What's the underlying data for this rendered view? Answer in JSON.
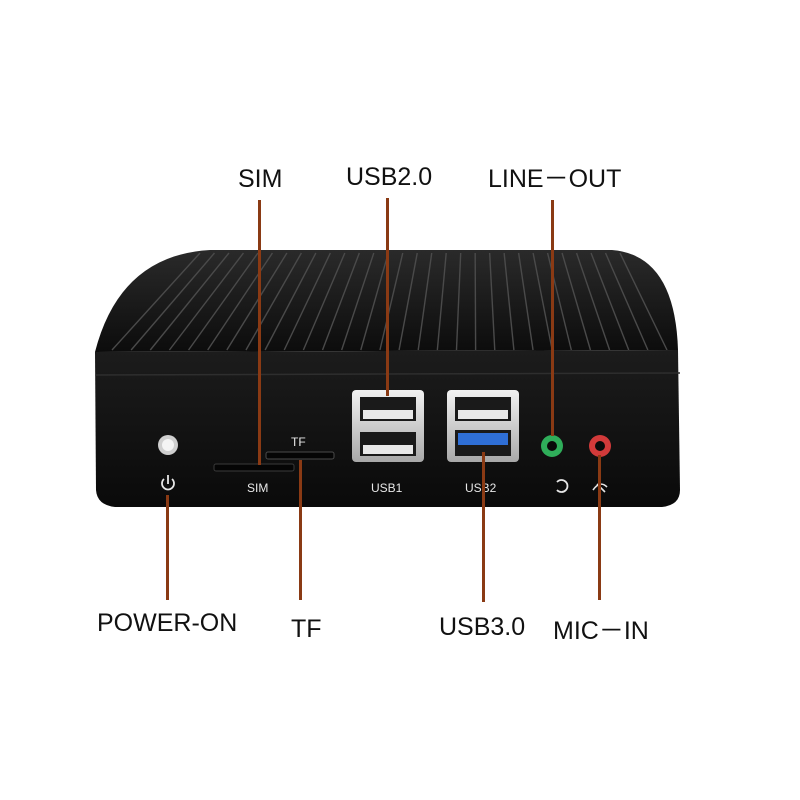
{
  "callouts": {
    "sim": "SIM",
    "usb20": "USB2.0",
    "line_out": "LINE－OUT",
    "power_on": "POWER-ON",
    "tf": "TF",
    "usb30": "USB3.0",
    "mic_in": "MIC－IN"
  },
  "panel_labels": {
    "tf": "TF",
    "sim": "SIM",
    "usb1": "USB1",
    "usb2": "USB2"
  },
  "colors": {
    "leader_line": "#8a3a14",
    "chassis": "#141414",
    "usb3_blue": "#2f6fd6",
    "line_out_jack": "#2fae5a",
    "mic_in_jack": "#d23a3a"
  },
  "icons": [
    "power-icon",
    "headphone-icon",
    "microphone-icon"
  ]
}
